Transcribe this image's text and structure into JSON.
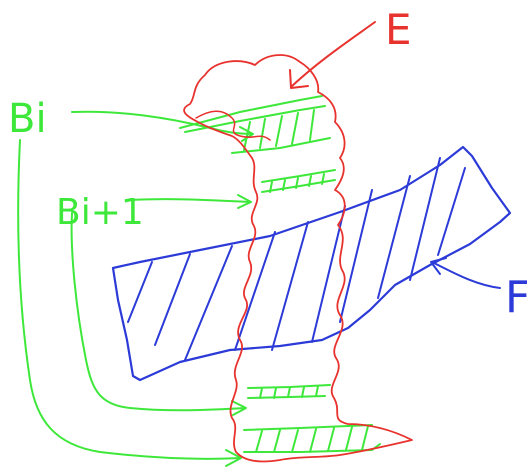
{
  "labels": {
    "set_e": "E",
    "set_f": "F",
    "block_i": "Bi",
    "block_i_plus_1": "Bi+1"
  },
  "colors": {
    "background": "#ffffff",
    "set_e_stroke": "#e8322d",
    "set_f_stroke": "#2c3bd8",
    "blocks_stroke": "#3ee83a",
    "label_e": "#e8322d",
    "label_f": "#2c3bd8",
    "label_blocks": "#3ee83a"
  }
}
